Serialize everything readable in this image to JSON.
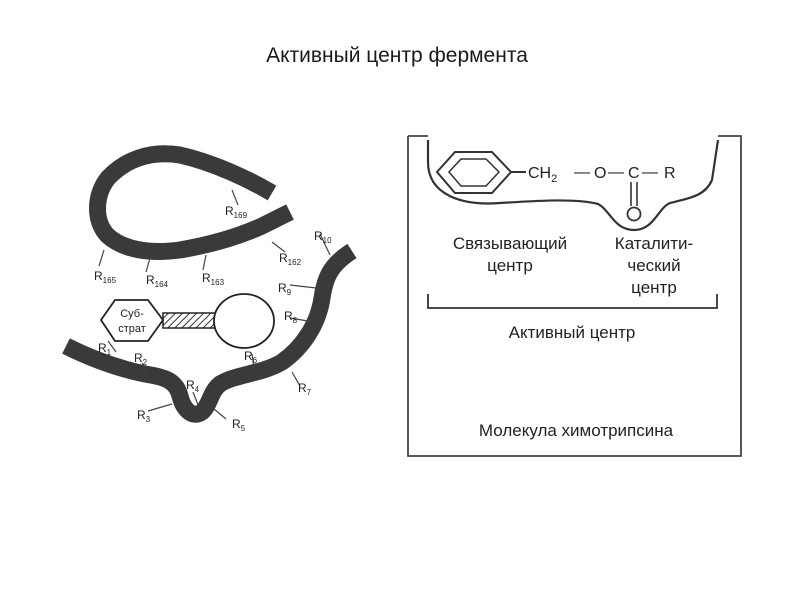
{
  "title": "Активный центр фермента",
  "left_diagram": {
    "substrate_line1": "Суб-",
    "substrate_line2": "страт",
    "residues": [
      {
        "base": "R",
        "sub": "169"
      },
      {
        "base": "R",
        "sub": "10"
      },
      {
        "base": "R",
        "sub": "162"
      },
      {
        "base": "R",
        "sub": "165"
      },
      {
        "base": "R",
        "sub": "164"
      },
      {
        "base": "R",
        "sub": "163"
      },
      {
        "base": "R",
        "sub": "9"
      },
      {
        "base": "R",
        "sub": "8"
      },
      {
        "base": "R",
        "sub": "1"
      },
      {
        "base": "R",
        "sub": "2"
      },
      {
        "base": "R",
        "sub": "6"
      },
      {
        "base": "R",
        "sub": "7"
      },
      {
        "base": "R",
        "sub": "4"
      },
      {
        "base": "R",
        "sub": "3"
      },
      {
        "base": "R",
        "sub": "5"
      }
    ]
  },
  "right_diagram": {
    "formula": {
      "ch2_base": "CH",
      "ch2_sub": "2",
      "dash1": "—",
      "o": "O",
      "dash2": "—",
      "c": "C",
      "dash3": "—",
      "r": "R"
    },
    "binding_line1": "Связывающий",
    "binding_line2": "центр",
    "catalytic_line1": "Каталити-",
    "catalytic_line2": "ческий",
    "catalytic_line3": "центр",
    "active_center": "Активный центр",
    "molecule": "Молекула химотрипсина"
  }
}
